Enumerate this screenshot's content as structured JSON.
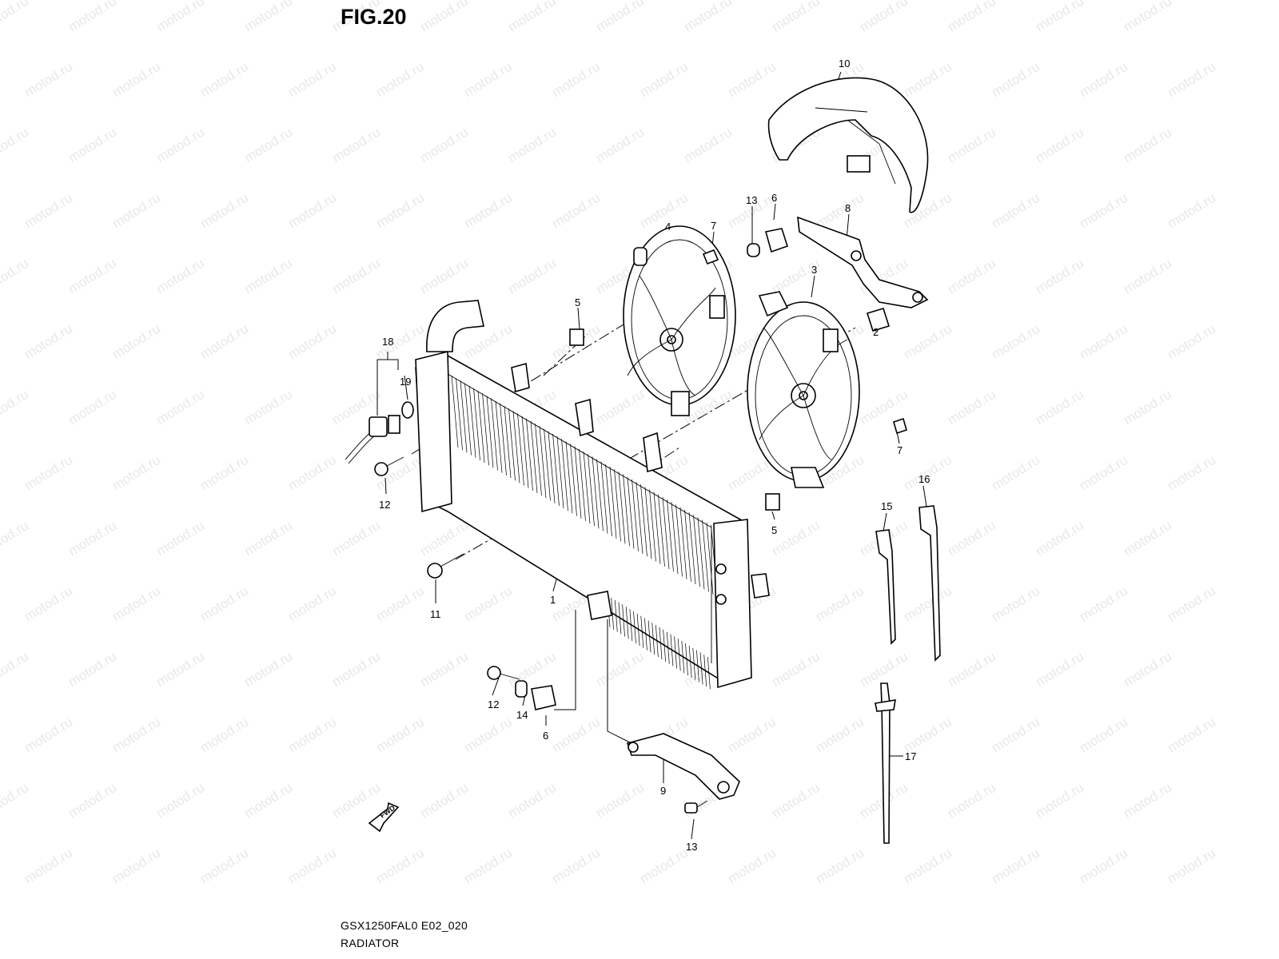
{
  "figure": {
    "title": "FIG.20",
    "code": "GSX1250FAL0 E02_020",
    "name": "RADIATOR"
  },
  "watermark": "motod.ru",
  "fwd_label": "FWD",
  "callouts": [
    {
      "id": "c1",
      "label": "1"
    },
    {
      "id": "c2",
      "label": "2"
    },
    {
      "id": "c3",
      "label": "3"
    },
    {
      "id": "c4",
      "label": "4"
    },
    {
      "id": "c5a",
      "label": "5"
    },
    {
      "id": "c5b",
      "label": "5"
    },
    {
      "id": "c6a",
      "label": "6"
    },
    {
      "id": "c6b",
      "label": "6"
    },
    {
      "id": "c7a",
      "label": "7"
    },
    {
      "id": "c7b",
      "label": "7"
    },
    {
      "id": "c8",
      "label": "8"
    },
    {
      "id": "c9",
      "label": "9"
    },
    {
      "id": "c10",
      "label": "10"
    },
    {
      "id": "c11",
      "label": "11"
    },
    {
      "id": "c12a",
      "label": "12"
    },
    {
      "id": "c12b",
      "label": "12"
    },
    {
      "id": "c13a",
      "label": "13"
    },
    {
      "id": "c13b",
      "label": "13"
    },
    {
      "id": "c14",
      "label": "14"
    },
    {
      "id": "c15",
      "label": "15"
    },
    {
      "id": "c16",
      "label": "16"
    },
    {
      "id": "c17",
      "label": "17"
    },
    {
      "id": "c18",
      "label": "18"
    },
    {
      "id": "c19",
      "label": "19"
    }
  ]
}
